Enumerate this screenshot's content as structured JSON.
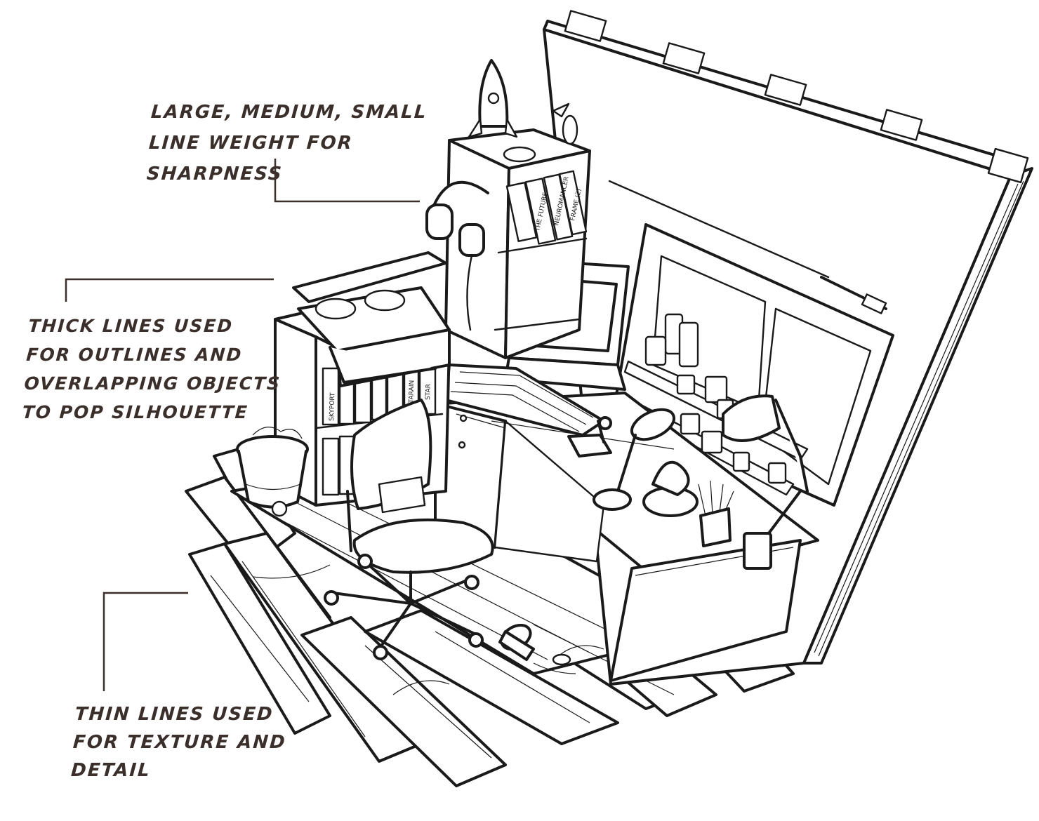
{
  "annotations": {
    "line_weight": {
      "lines": [
        "Large, Medium, Small",
        "line weight for",
        "sharpness"
      ]
    },
    "thick_lines": {
      "lines": [
        "Thick lines used",
        "for outlines and",
        "overlapping objects",
        "to pop silhouette"
      ]
    },
    "thin_lines": {
      "lines": [
        "Thin lines used",
        "for texture and",
        "detail"
      ]
    }
  },
  "book_spines": {
    "upper_shelf": [
      "THE FUTURE",
      "NEUROMANCER",
      "FRAME (2)"
    ],
    "lower_shelf": [
      "SKYPORT",
      "STARAIN",
      "STAR"
    ]
  },
  "colors": {
    "ink": "#1a1a1a",
    "annotation_text": "#3a2f2b",
    "background": "#ffffff"
  }
}
